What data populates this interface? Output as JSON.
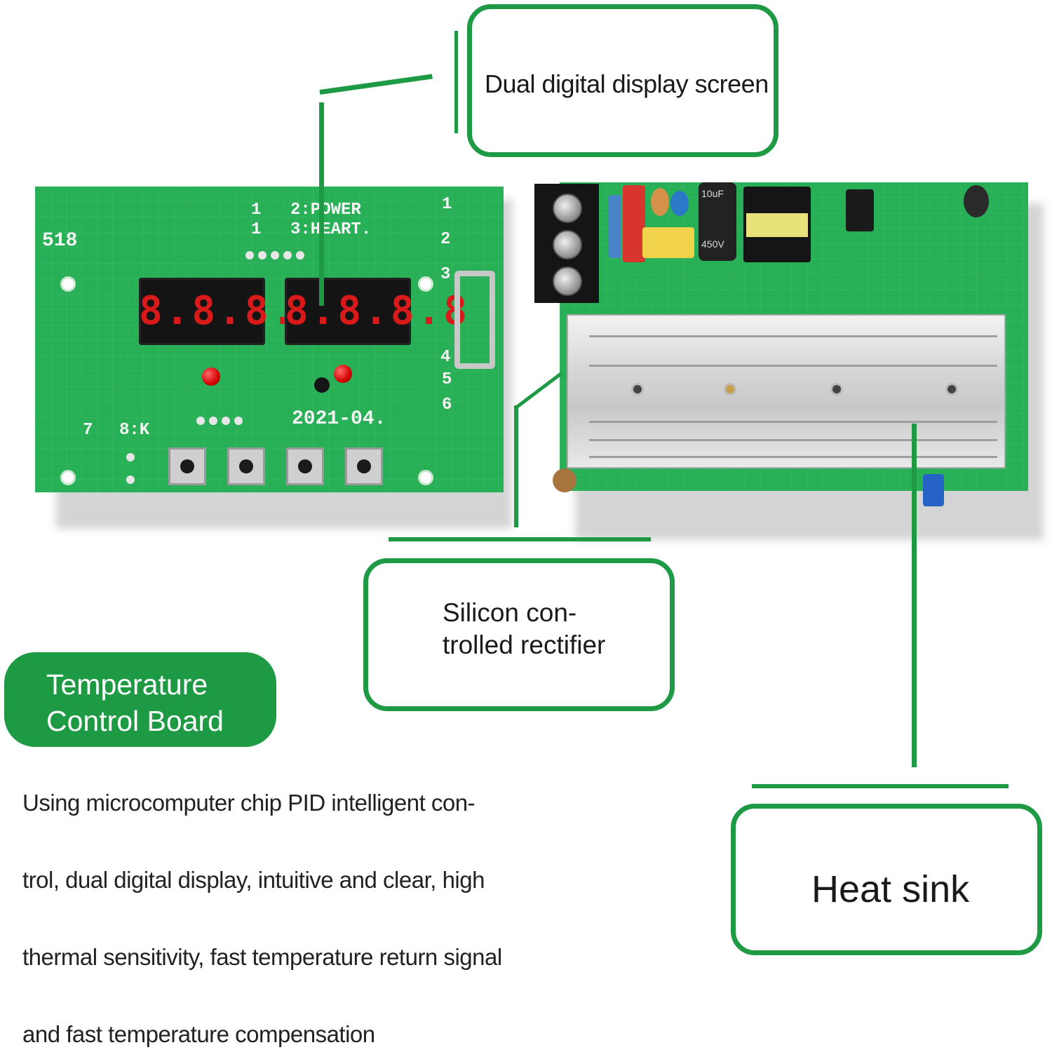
{
  "callouts": {
    "display": "Dual digital display screen",
    "scr": "Silicon con-\ntrolled rectifier",
    "heatsink": "Heat sink"
  },
  "title": "Temperature\nControl Board",
  "description": [
    "Using microcomputer chip PID intelligent con-",
    "trol, dual digital display, intuitive and clear, high",
    "thermal sensitivity, fast temperature return signal",
    "and fast temperature compensation"
  ],
  "board_left": {
    "model": "518",
    "label_power": "2:POWER",
    "label_heart": "3:HEART.",
    "digit_1": "1",
    "digit_2": "1",
    "pin_1": "1",
    "pin_2": "2",
    "pin_3": "3",
    "pin_4": "4",
    "pin_5": "5",
    "pin_6": "6",
    "pin_7": "7",
    "label_k": "8:K",
    "date": "2021-04.",
    "display_left": "8.8.8.8",
    "display_right": "8.8.8.8"
  },
  "board_right": {
    "cap_label": "10uF",
    "cap_voltage": "450V"
  },
  "colors": {
    "accent_green": "#1e9a45",
    "pcb_green": "#28b057",
    "led_red": "#d40000",
    "heatsink_silver": "#d7d7d7"
  }
}
